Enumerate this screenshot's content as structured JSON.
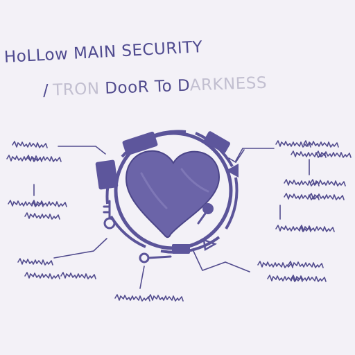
{
  "title": {
    "line1": "HoLLow MAIN SECURITY",
    "line2_slash": "/",
    "line2_faded_1": "TRON ",
    "line2_ink_1": "DooR To D",
    "line2_faded_2": "ARKNESS"
  },
  "colors": {
    "ink": "#524c8e",
    "fill": "#6b64a8",
    "faded": "#c2bfd0",
    "paper": "#f3f1f7"
  },
  "icons": [
    "heart-icon",
    "lock-ring-icon",
    "keyhole-icon",
    "triangle-icon"
  ]
}
